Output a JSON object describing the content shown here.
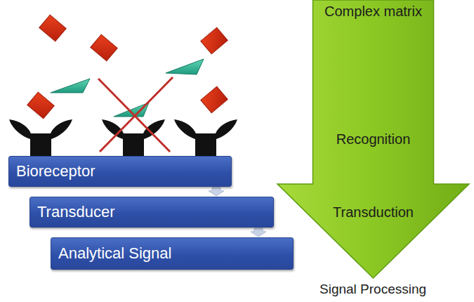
{
  "diagram": {
    "nodes": [
      {
        "text": [
          "Bioreceptor"
        ]
      },
      {
        "text": [
          "Transducer"
        ]
      },
      {
        "text": [
          "Analytical Signal"
        ]
      },
      {
        "text": [
          "Complex matrix",
          "Recognition",
          "Transduction"
        ]
      }
    ],
    "edges": [
      {
        "from": 0,
        "to": 1,
        "arrow": "to"
      },
      {
        "from": 1,
        "to": 2,
        "arrow": "to"
      }
    ],
    "labels": [
      "Signal Processing"
    ]
  }
}
